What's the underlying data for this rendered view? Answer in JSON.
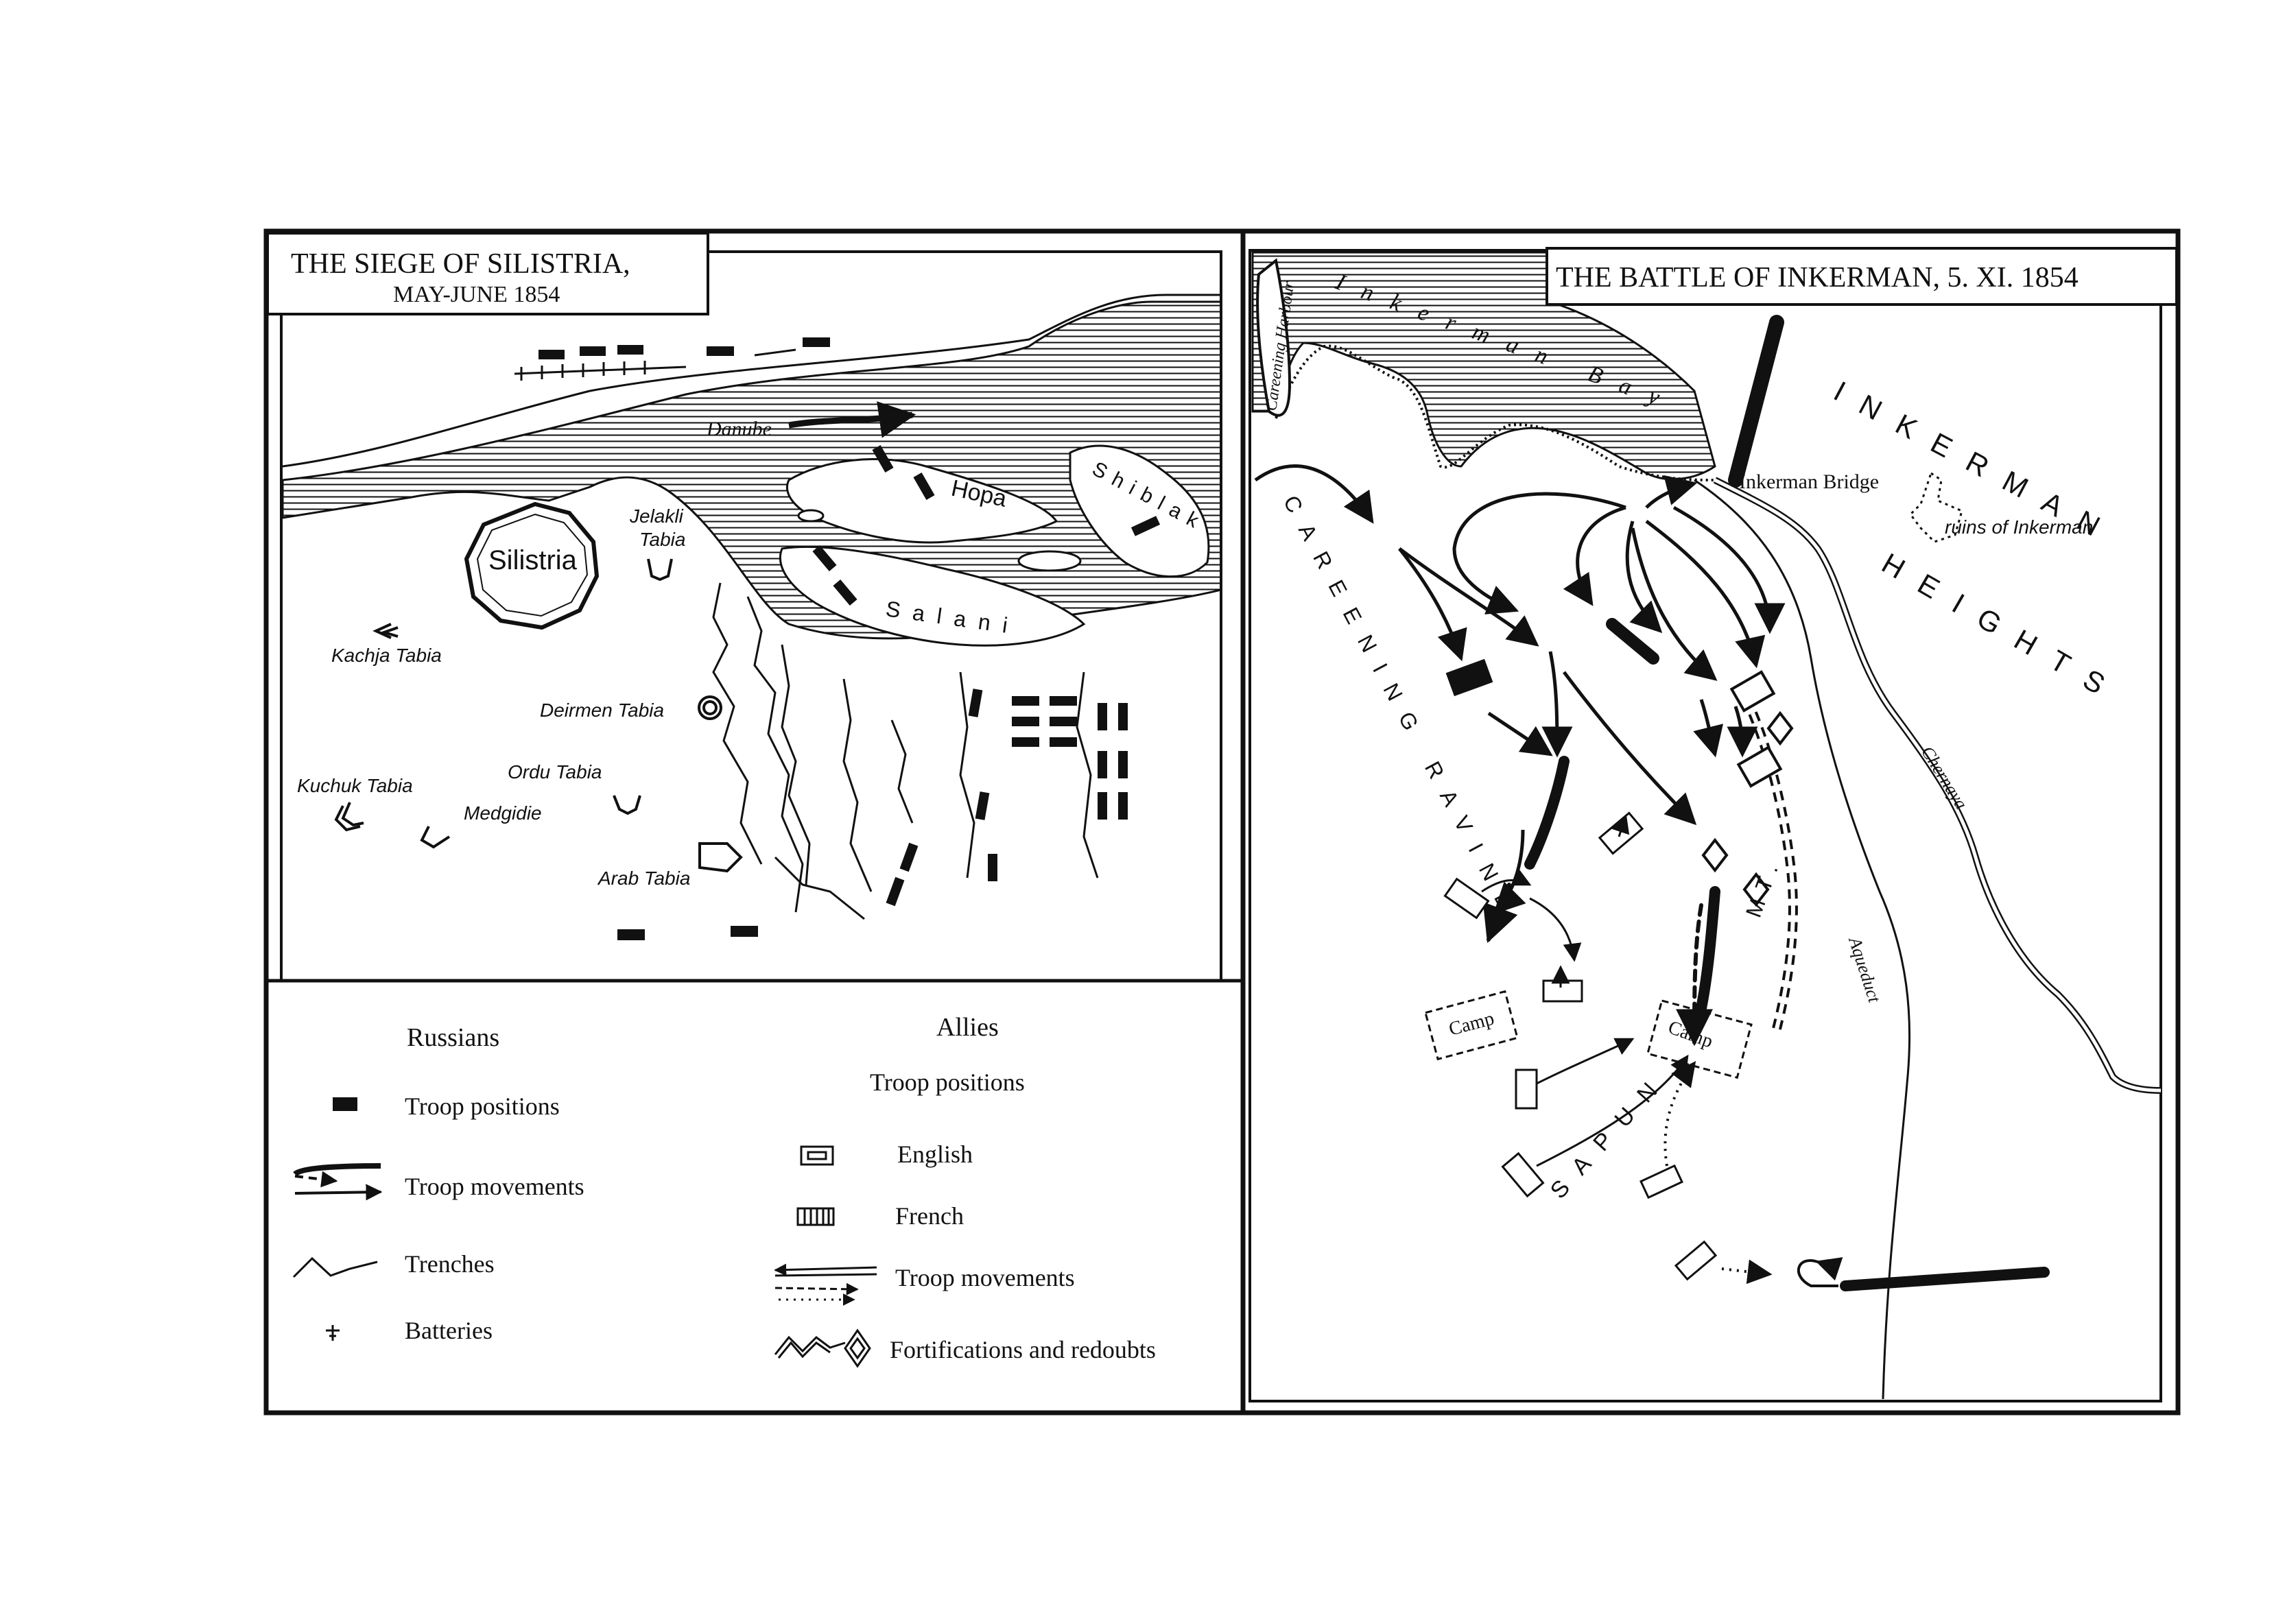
{
  "silistria": {
    "title_line1": "THE SIEGE OF SILISTRIA,",
    "title_line2": "MAY-JUNE 1854",
    "labels": {
      "danube": "Danube",
      "hopa": "Hopa",
      "shiblak": "Shiblak",
      "salani": "Salani",
      "silistria": "Silistria",
      "jelakli_1": "Jelakli",
      "jelakli_2": "Tabia",
      "kachja": "Kachja Tabia",
      "deirmen": "Deirmen Tabia",
      "ordu": "Ordu Tabia",
      "kuchuk": "Kuchuk Tabia",
      "medgidie": "Medgidie",
      "arab": "Arab Tabia"
    }
  },
  "inkerman": {
    "title": "THE BATTLE OF INKERMAN, 5. XI. 1854",
    "labels": {
      "careening_harbour": "Careening Harbour",
      "inkerman_bay": "Inkerman Bay",
      "inkerman_bridge": "Inkerman Bridge",
      "inkerman_heights_1": "INKERMAN",
      "inkerman_heights_2": "HEIGHTS",
      "ruins": "ruins of Inkerman",
      "careening_ravine": "CAREENING RAVINE",
      "chernaya": "Chernaya",
      "aqueduct": "Aqueduct",
      "sapun": "SAPUN",
      "mt": "MT.",
      "camp_left": "Camp",
      "camp_right": "Camp"
    }
  },
  "legend": {
    "russians": {
      "header": "Russians",
      "troop_positions": "Troop positions",
      "troop_movements": "Troop movements",
      "trenches": "Trenches",
      "batteries": "Batteries"
    },
    "allies": {
      "header": "Allies",
      "troop_positions": "Troop positions",
      "english": "English",
      "french": "French",
      "troop_movements": "Troop  movements",
      "fortifications": "Fortifications  and  redoubts"
    }
  },
  "colors": {
    "ink": "#111111",
    "paper": "#ffffff"
  },
  "icons": [
    "russian-troop-block-icon",
    "english-troop-icon",
    "french-troop-icon",
    "battery-icon",
    "redoubt-icon",
    "fortress-icon",
    "arrow-icon"
  ]
}
